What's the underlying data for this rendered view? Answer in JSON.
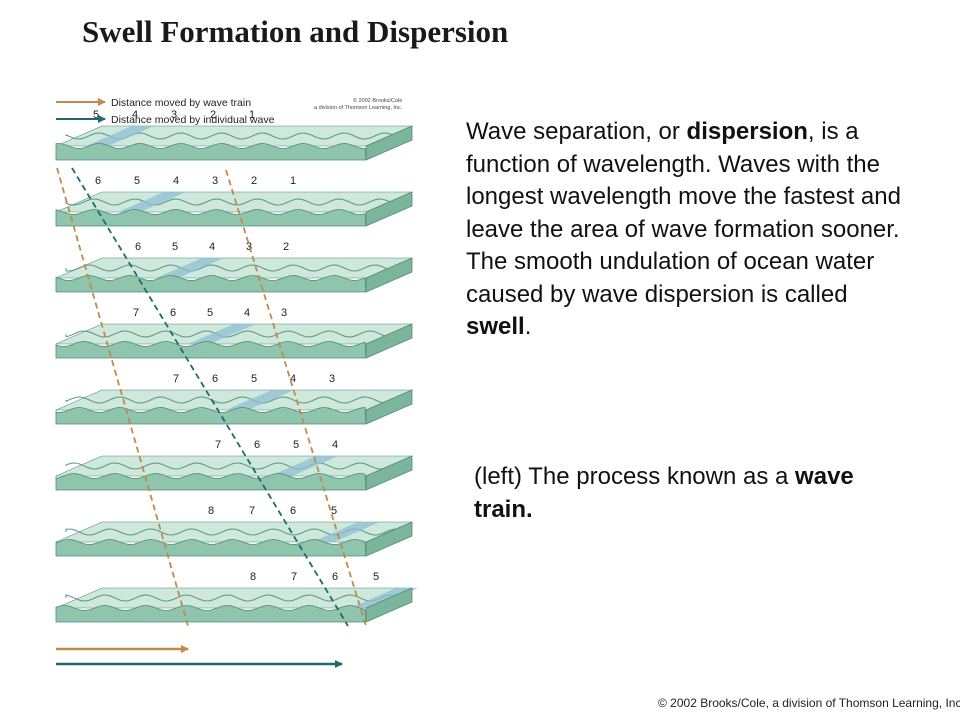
{
  "slide": {
    "title": "Swell Formation and Dispersion",
    "paragraph1": {
      "t1": "Wave separation, or ",
      "b1": "dispersion",
      "t2": ", is a function of wavelength. Waves with the longest wavelength move the fastest and leave the area of wave formation sooner. The smooth undulation of ocean water caused by wave dispersion is called ",
      "b2": "swell",
      "t3": "."
    },
    "paragraph2": {
      "t1": "(left) The process known as a ",
      "b1": "wave train."
    },
    "footer_copyright": "© 2002 Brooks/Cole, a division of Thomson Learning, Inc."
  },
  "diagram": {
    "legend": {
      "wave_train": "Distance moved by wave train",
      "individual_wave": "Distance moved by individual wave"
    },
    "credit_line1": "© 2002 Brooks/Cole",
    "credit_line2": "a division of Thomson Learning, Inc.",
    "colors": {
      "slab_top": "#cfe8dc",
      "slab_front": "#8fc4ad",
      "slab_side": "#7bb59c",
      "wave_line": "#4f8c78",
      "highlight": "#8fbfd2",
      "train_arrow": "#c08a4a",
      "individual_arrow": "#1f6b6b"
    },
    "panels": [
      {
        "labels": [
          "5",
          "4",
          "3",
          "2",
          "1"
        ]
      },
      {
        "labels": [
          "6",
          "5",
          "4",
          "3",
          "2",
          "1"
        ]
      },
      {
        "labels": [
          "6",
          "5",
          "4",
          "3",
          "2"
        ]
      },
      {
        "labels": [
          "7",
          "6",
          "5",
          "4",
          "3"
        ]
      },
      {
        "labels": [
          "7",
          "6",
          "5",
          "4",
          "3"
        ]
      },
      {
        "labels": [
          "7",
          "6",
          "5",
          "4"
        ]
      },
      {
        "labels": [
          "8",
          "7",
          "6",
          "5"
        ]
      },
      {
        "labels": [
          "8",
          "7",
          "6",
          "5"
        ]
      }
    ]
  }
}
